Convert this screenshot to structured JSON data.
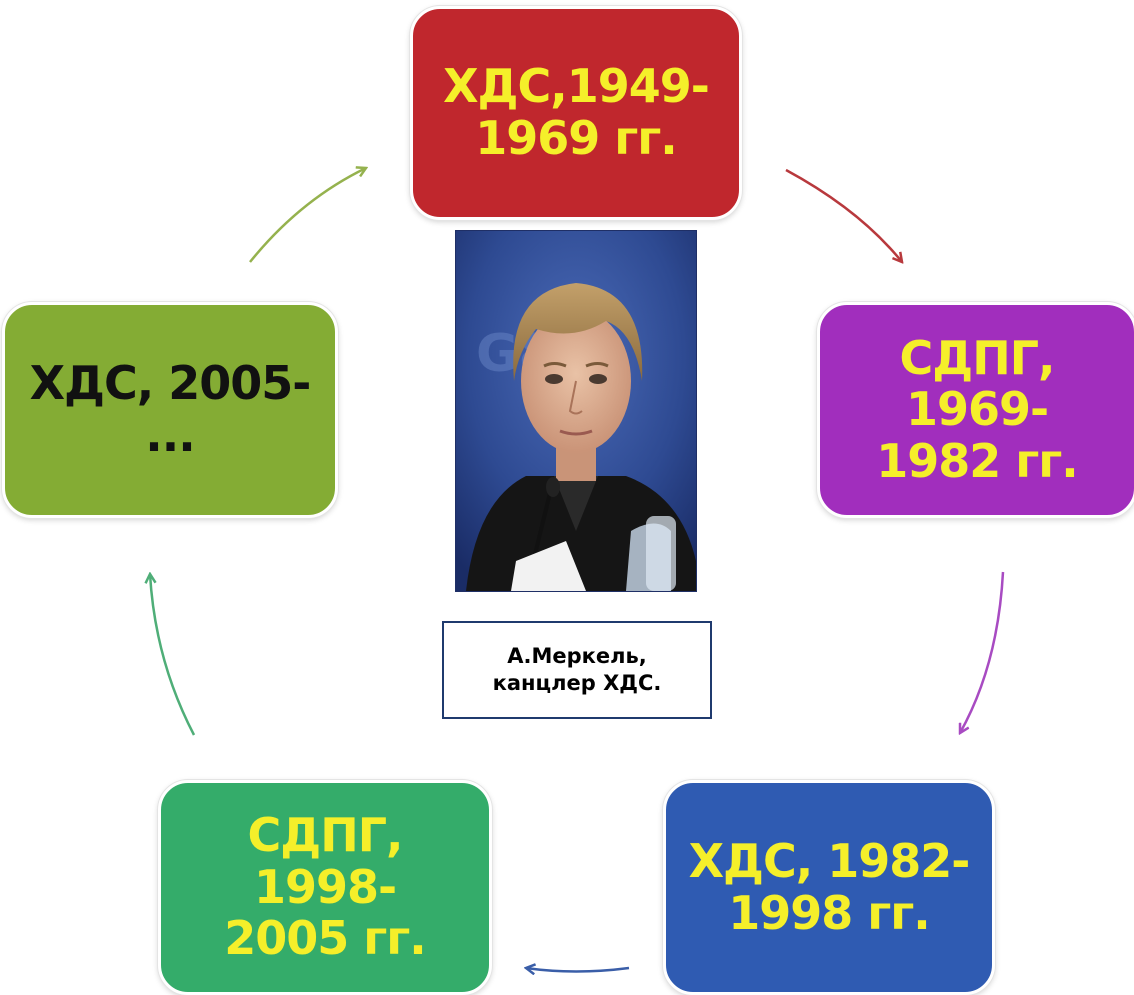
{
  "cycle": {
    "nodes": [
      {
        "id": "cdu-1949",
        "text": "ХДС,1949-\n1969 гг.",
        "fill": "#c0272d",
        "text_color": "#f5ef2a"
      },
      {
        "id": "spd-1969",
        "text": "СДПГ, 1969-\n1982 гг.",
        "fill": "#a12ebd",
        "text_color": "#f5ef2a"
      },
      {
        "id": "cdu-1982",
        "text": "ХДС, 1982-\n1998 гг.",
        "fill": "#2f5bb2",
        "text_color": "#f5ef2a"
      },
      {
        "id": "spd-1998",
        "text": "СДПГ, 1998-\n2005 гг.",
        "fill": "#34ac6a",
        "text_color": "#f5ef2a"
      },
      {
        "id": "cdu-2005",
        "text": "ХДС, 2005-\n...",
        "fill": "#84ac34",
        "text_color": "#111111"
      }
    ],
    "edges": [
      {
        "from": "cdu-1949",
        "to": "spd-1969",
        "color": "#b8393d"
      },
      {
        "from": "spd-1969",
        "to": "cdu-1982",
        "color": "#a84bc2"
      },
      {
        "from": "cdu-1982",
        "to": "spd-1998",
        "color": "#3a5ea8"
      },
      {
        "from": "spd-1998",
        "to": "cdu-2005",
        "color": "#4fae78"
      },
      {
        "from": "cdu-2005",
        "to": "cdu-1949",
        "color": "#95b24e"
      }
    ]
  },
  "photo": {
    "subject": "portrait-photo"
  },
  "caption": {
    "text": "А.Меркель,\nканцлер ХДС."
  }
}
